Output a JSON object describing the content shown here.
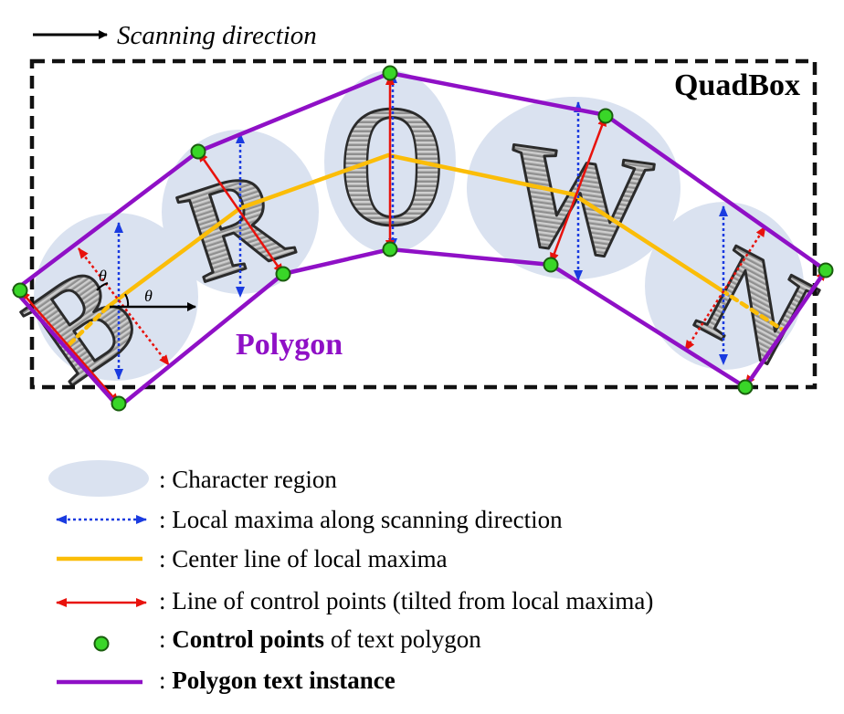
{
  "header": {
    "scan_label": "Scanning direction"
  },
  "diagram": {
    "quadbox_label": "QuadBox",
    "polygon_label": "Polygon",
    "theta_symbol": "θ",
    "letters": [
      "B",
      "R",
      "O",
      "W",
      "N"
    ],
    "colors": {
      "region": "#dae2f0",
      "local_maxima": "#1a3be0",
      "center_line": "#fbbd08",
      "control_line": "#e8120c",
      "control_point": "#39d628",
      "polygon": "#8f10c6",
      "quadbox": "#111111",
      "scan_arrow": "#000000"
    }
  },
  "legend": {
    "items": [
      {
        "text": ": Character region"
      },
      {
        "text": ": Local maxima along scanning direction"
      },
      {
        "text": ": Center line of local maxima"
      },
      {
        "text": ": Line of control points (tilted from local maxima)"
      },
      {
        "bold": "Control points",
        "text": " of text polygon",
        "prefix": ": "
      },
      {
        "bold": "Polygon text instance",
        "prefix": ": "
      }
    ]
  }
}
